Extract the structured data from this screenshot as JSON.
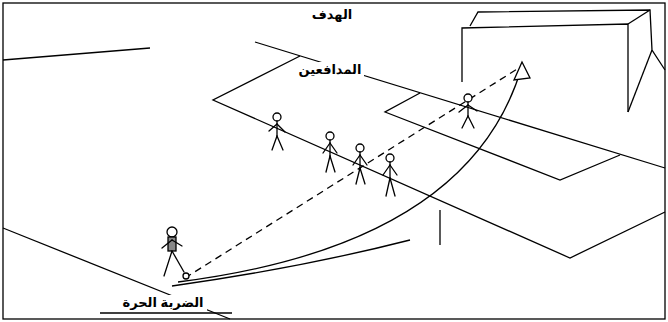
{
  "diagram": {
    "labels": [
      "الهدف",
      "المدافعين",
      "الضربة الحرة"
    ]
  }
}
